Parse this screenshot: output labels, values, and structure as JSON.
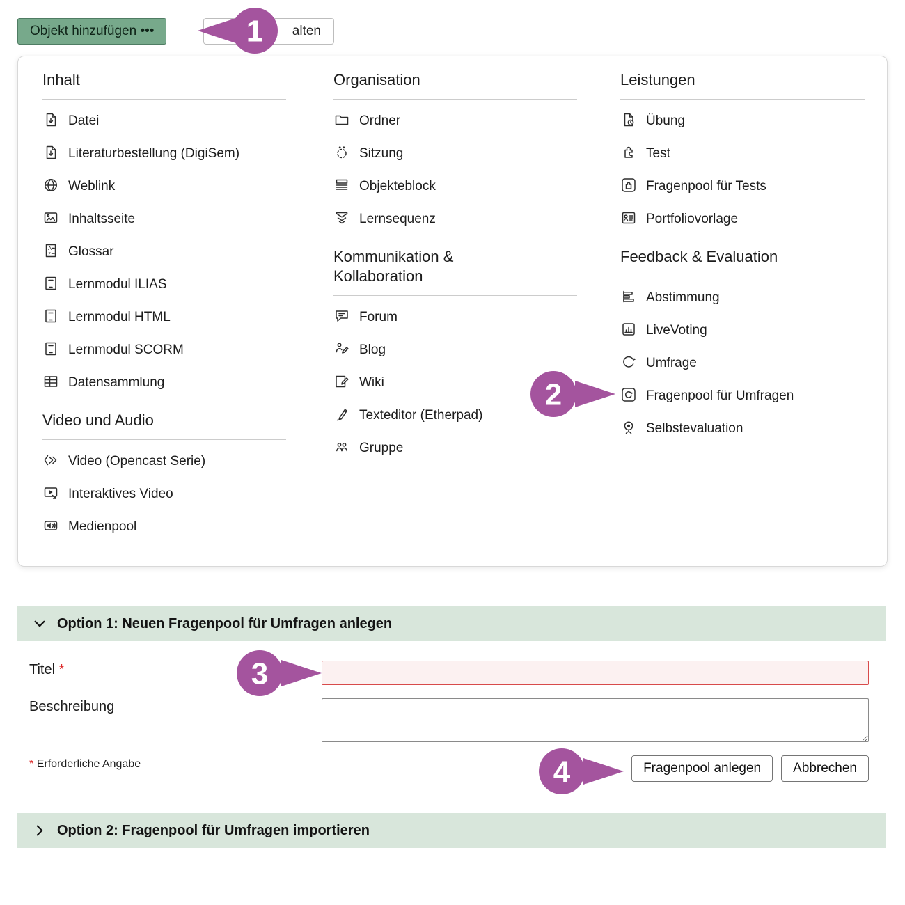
{
  "toolbar": {
    "add_object": "Objekt hinzufügen •••",
    "partial": "alten"
  },
  "callouts": [
    "1",
    "2",
    "3",
    "4"
  ],
  "menu": {
    "columns": [
      {
        "sections": [
          {
            "title": "Inhalt",
            "items": [
              {
                "icon": "file-download-icon",
                "label": "Datei"
              },
              {
                "icon": "file-download-icon",
                "label": "Literaturbestellung (DigiSem)"
              },
              {
                "icon": "globe-icon",
                "label": "Weblink"
              },
              {
                "icon": "content-page-icon",
                "label": "Inhaltsseite"
              },
              {
                "icon": "glossary-icon",
                "label": "Glossar"
              },
              {
                "icon": "learning-module-icon",
                "label": "Lernmodul ILIAS"
              },
              {
                "icon": "learning-module-icon",
                "label": "Lernmodul HTML"
              },
              {
                "icon": "learning-module-icon",
                "label": "Lernmodul SCORM"
              },
              {
                "icon": "data-table-icon",
                "label": "Datensammlung"
              }
            ]
          },
          {
            "title": "Video und Audio",
            "items": [
              {
                "icon": "opencast-video-icon",
                "label": "Video (Opencast Serie)"
              },
              {
                "icon": "interactive-video-icon",
                "label": "Interaktives Video"
              },
              {
                "icon": "mediapool-icon",
                "label": "Medienpool"
              }
            ]
          }
        ]
      },
      {
        "sections": [
          {
            "title": "Organisation",
            "items": [
              {
                "icon": "folder-icon",
                "label": "Ordner"
              },
              {
                "icon": "session-icon",
                "label": "Sitzung"
              },
              {
                "icon": "object-block-icon",
                "label": "Objekteblock"
              },
              {
                "icon": "learning-sequence-icon",
                "label": "Lernsequenz"
              }
            ]
          },
          {
            "title": "Kommunikation & Kollaboration",
            "items": [
              {
                "icon": "forum-icon",
                "label": "Forum"
              },
              {
                "icon": "blog-icon",
                "label": "Blog"
              },
              {
                "icon": "wiki-icon",
                "label": "Wiki"
              },
              {
                "icon": "texteditor-icon",
                "label": "Texteditor (Etherpad)"
              },
              {
                "icon": "group-icon",
                "label": "Gruppe"
              }
            ]
          }
        ]
      },
      {
        "sections": [
          {
            "title": "Leistungen",
            "items": [
              {
                "icon": "exercise-icon",
                "label": "Übung"
              },
              {
                "icon": "test-puzzle-icon",
                "label": "Test"
              },
              {
                "icon": "questionpool-tests-icon",
                "label": "Fragenpool für Tests"
              },
              {
                "icon": "portfolio-template-icon",
                "label": "Portfoliovorlage"
              }
            ]
          },
          {
            "title": "Feedback & Evaluation",
            "items": [
              {
                "icon": "poll-bars-icon",
                "label": "Abstimmung"
              },
              {
                "icon": "livevoting-icon",
                "label": "LiveVoting"
              },
              {
                "icon": "survey-icon",
                "label": "Umfrage"
              },
              {
                "icon": "questionpool-surveys-icon",
                "label": "Fragenpool für Umfragen"
              },
              {
                "icon": "self-evaluation-icon",
                "label": "Selbstevaluation"
              }
            ]
          }
        ]
      }
    ]
  },
  "form": {
    "option1_title": "Option 1: Neuen Fragenpool für Umfragen anlegen",
    "title_label": "Titel",
    "required_mark": "*",
    "title_value": "",
    "description_label": "Beschreibung",
    "description_value": "",
    "required_note": "Erforderliche Angabe",
    "submit_label": "Fragenpool anlegen",
    "cancel_label": "Abbrechen",
    "option2_title": "Option 2: Fragenpool für Umfragen importieren"
  },
  "colors": {
    "accent_green": "#77a98b",
    "bar_green": "#d8e6db",
    "callout_purple": "#a4549e",
    "error_border": "#d84b4b",
    "error_bg": "#fcf1f1",
    "required_red": "#dd2b2b"
  }
}
